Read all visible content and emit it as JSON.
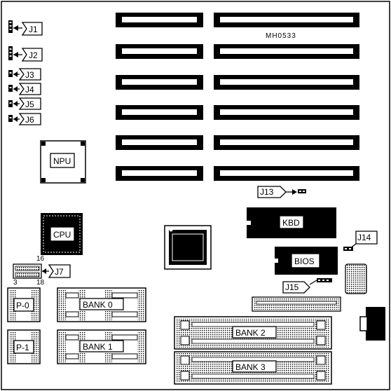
{
  "board": {
    "model_code": "MH0533",
    "jumpers": {
      "j1": "J1",
      "j2": "J2",
      "j3": "J3",
      "j4": "J4",
      "j5": "J5",
      "j6": "J6",
      "j7": "J7",
      "j13": "J13",
      "j14": "J14",
      "j15": "J15"
    },
    "j7_pins": {
      "top": "16",
      "bottom_left": "3",
      "bottom_right": "18"
    },
    "chips": {
      "npu": "NPU",
      "cpu": "CPU",
      "kbd": "KBD",
      "bios": "BIOS"
    },
    "memory": {
      "p0": "P-0",
      "p1": "P-1",
      "bank0": "BANK 0",
      "bank1": "BANK 1",
      "bank2": "BANK 2",
      "bank3": "BANK 3"
    }
  }
}
